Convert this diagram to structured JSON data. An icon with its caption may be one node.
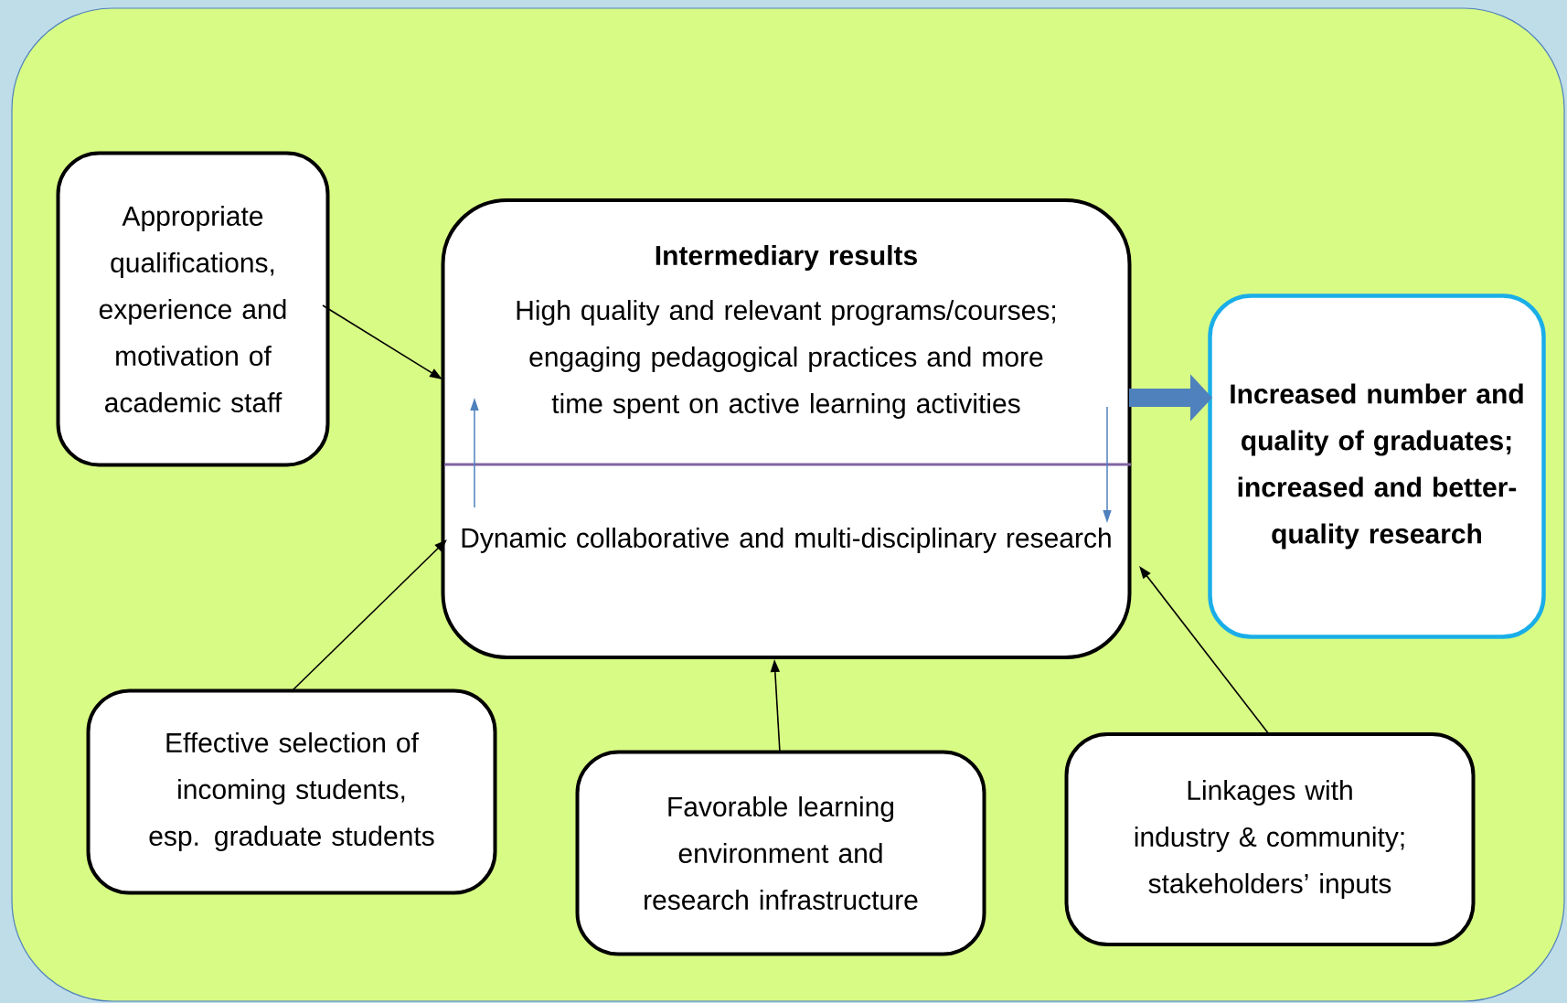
{
  "diagram": {
    "nodes": [
      {
        "text": [
          "Appropriate qualifications, experience and motivation of academic staff"
        ]
      },
      {
        "text": [
          "Intermediary results",
          "High quality and relevant programs/courses; engaging pedagogical practices and more time spent on active learning activities",
          "Dynamic collaborative and multi-disciplinary research"
        ]
      },
      {
        "text": [
          "Increased number and quality of graduates; increased and better-quality research"
        ]
      },
      {
        "text": [
          "Effective selection of incoming students, esp. graduate students"
        ]
      },
      {
        "text": [
          "Favorable learning environment and research infrastructure"
        ]
      },
      {
        "text": [
          "Linkages with industry & community; stakeholders’ inputs"
        ]
      }
    ],
    "edges": [
      {
        "from": 0,
        "to": 1,
        "arrow": "to"
      },
      {
        "from": 3,
        "to": 1,
        "arrow": "to"
      },
      {
        "from": 4,
        "to": 1,
        "arrow": "to"
      },
      {
        "from": 5,
        "to": 1,
        "arrow": "to"
      },
      {
        "from": 1,
        "to": 2,
        "arrow": "to",
        "style": "thick",
        "color": "#4f81bd"
      }
    ]
  }
}
